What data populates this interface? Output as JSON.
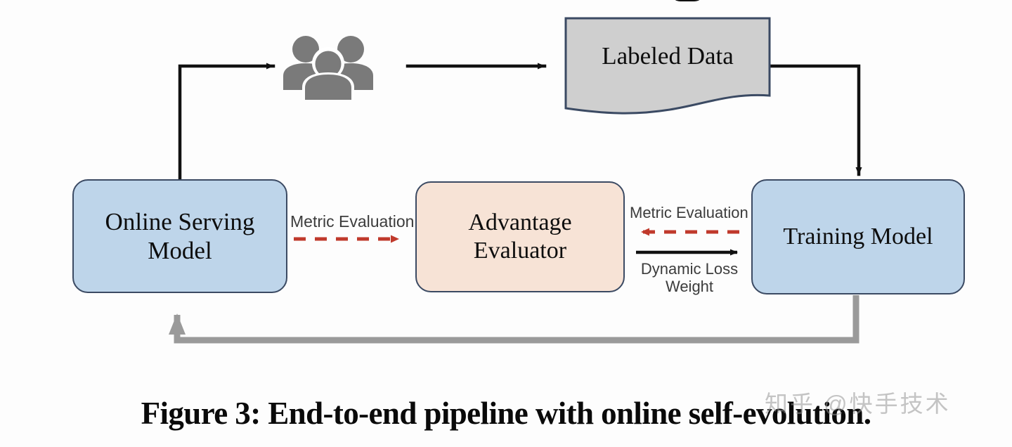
{
  "figure": {
    "caption": "Figure 3: End-to-end pipeline with online self-evolution."
  },
  "watermark": {
    "text": "知乎 @快手技术"
  },
  "nodes": [
    {
      "id": "online-serving-model",
      "label": "Online Serving\nModel",
      "label_line1": "Online Serving",
      "label_line2": "Model",
      "fill": "#bed5ea",
      "stroke": "#3b4a63",
      "shape": "rounded-rect"
    },
    {
      "id": "advantage-evaluator",
      "label": "Advantage\nEvaluator",
      "label_line1": "Advantage",
      "label_line2": "Evaluator",
      "fill": "#f7e3d6",
      "stroke": "#3b4a63",
      "shape": "rounded-rect"
    },
    {
      "id": "training-model",
      "label": "Training Model",
      "label_line1": "Training Model",
      "label_line2": "",
      "fill": "#bed5ea",
      "stroke": "#3b4a63",
      "shape": "rounded-rect"
    },
    {
      "id": "labeled-data",
      "label": "Labeled Data",
      "label_line1": "Labeled Data",
      "label_line2": "",
      "fill": "#cfcfcf",
      "stroke": "#3b4a63",
      "shape": "document"
    },
    {
      "id": "annotators",
      "label": "",
      "label_line1": "",
      "label_line2": "",
      "fill": "#7a7a7a",
      "stroke": "#7a7a7a",
      "shape": "people-icon"
    }
  ],
  "edges": [
    {
      "id": "online-to-annotators",
      "label": "",
      "style": "solid",
      "color": "#111111",
      "from": "online-serving-model",
      "to": "annotators"
    },
    {
      "id": "annotators-to-labeled-data",
      "label": "",
      "style": "solid",
      "color": "#111111",
      "from": "annotators",
      "to": "labeled-data"
    },
    {
      "id": "labeled-data-to-training",
      "label": "",
      "style": "solid",
      "color": "#111111",
      "from": "labeled-data",
      "to": "training-model"
    },
    {
      "id": "online-to-advantage",
      "label": "Metric Evaluation",
      "style": "dashed",
      "color": "#c0392b",
      "from": "online-serving-model",
      "to": "advantage-evaluator"
    },
    {
      "id": "training-to-advantage",
      "label": "Metric Evaluation",
      "style": "dashed",
      "color": "#c0392b",
      "from": "training-model",
      "to": "advantage-evaluator"
    },
    {
      "id": "advantage-to-training",
      "label": "Dynamic Loss Weight",
      "style": "solid",
      "color": "#111111",
      "from": "advantage-evaluator",
      "to": "training-model"
    },
    {
      "id": "training-to-online",
      "label": "",
      "style": "solid-thick",
      "color": "#9a9a9a",
      "from": "training-model",
      "to": "online-serving-model"
    }
  ],
  "labels": {
    "metric_evaluation_left": "Metric Evaluation",
    "metric_evaluation_right": "Metric Evaluation",
    "dynamic_loss_weight": "Dynamic Loss Weight"
  },
  "colors": {
    "node_blue": "#bed5ea",
    "node_peach": "#f7e3d6",
    "node_gray": "#cfcfcf",
    "border_navy": "#3b4a63",
    "arrow_black": "#111111",
    "arrow_red": "#c0392b",
    "arrow_gray": "#9a9a9a",
    "people_gray": "#7a7a7a",
    "background": "#fdfdfd"
  }
}
